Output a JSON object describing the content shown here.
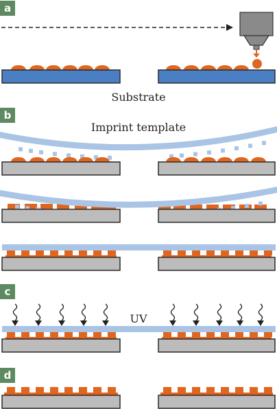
{
  "panels": {
    "a": {
      "badge": "a",
      "caption": "Substrate"
    },
    "b": {
      "badge": "b",
      "caption": "Imprint template"
    },
    "c": {
      "badge": "c",
      "caption": "UV"
    },
    "d": {
      "badge": "d"
    }
  },
  "colors": {
    "badge_bg": "#5e8a62",
    "badge_text": "#ffffff",
    "substrate_blue": "#4a7fc4",
    "substrate_gray": "#bcbcbc",
    "outline": "#2a2a2a",
    "resist": "#e0651f",
    "template": "#a9c4e4",
    "dispenser": "#8a8a8a",
    "arrow": "#222222"
  },
  "icons": {
    "dispenser": "inkjet-dispenser-icon",
    "uv": "uv-wave-arrow-icon"
  }
}
